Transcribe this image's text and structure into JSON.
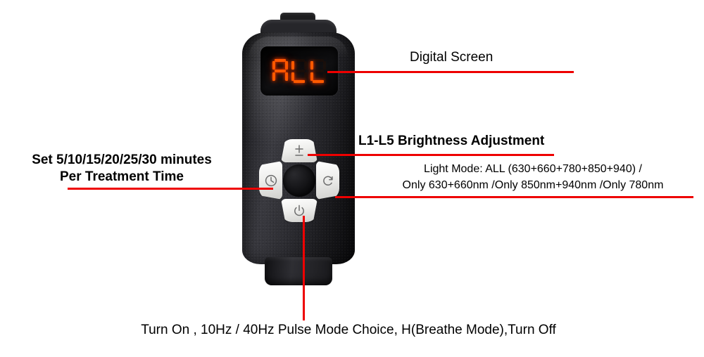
{
  "diagram": {
    "title": "Red Light Therapy Device Control Panel Annotation",
    "accent_color": "#ee0000",
    "device_color": "#2c2c31",
    "led_color": "#ff5a00"
  },
  "device": {
    "screen": {
      "display_value": "ALL",
      "icon_name": "seven-segment-display"
    },
    "buttons": [
      {
        "position": "up",
        "icon": "plus-minus-brightness-icon",
        "name": "brightness-button"
      },
      {
        "position": "left",
        "icon": "clock-icon",
        "name": "timer-button"
      },
      {
        "position": "right",
        "icon": "cycle-arrow-icon",
        "name": "light-mode-button"
      },
      {
        "position": "down",
        "icon": "power-icon",
        "name": "power-button"
      }
    ]
  },
  "annotations": {
    "digital_screen": "Digital Screen",
    "brightness": "L1-L5 Brightness Adjustment",
    "timer_line1": "Set 5/10/15/20/25/30 minutes",
    "timer_line2": "Per Treatment Time",
    "light_mode_line1": "Light Mode: ALL (630+660+780+850+940) /",
    "light_mode_line2": "Only 630+660nm /Only 850nm+940nm /Only 780nm",
    "power": "Turn On , 10Hz / 40Hz Pulse Mode Choice, H(Breathe Mode),Turn Off"
  }
}
